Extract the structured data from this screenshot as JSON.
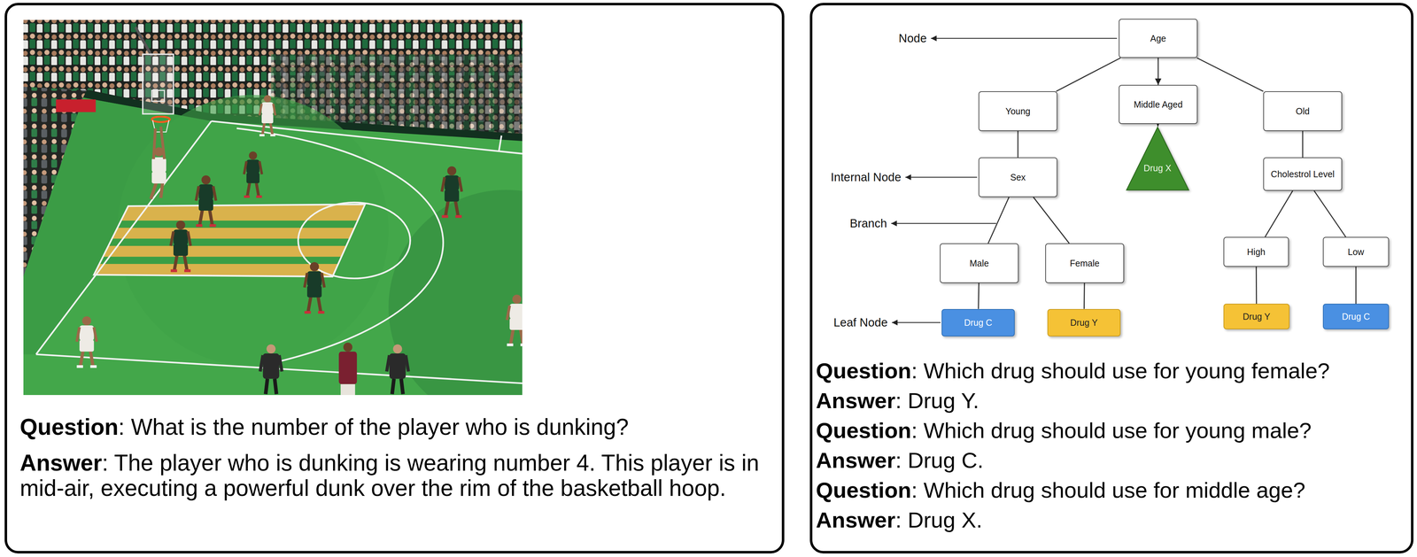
{
  "diagram": {
    "nodes": [
      {
        "text": [
          "Question",
          ": What is the number of the player who is dunking?",
          "Answer",
          ": The player who is dunking is wearing number 4. This player is in mid-air, executing a powerful dunk over the rim of the basketball hoop."
        ]
      },
      {
        "text": [
          "Question",
          ": Which drug should use for young female?",
          "Answer",
          ": Drug Y.",
          "Question",
          ": Which drug should use for young male?",
          "Answer",
          ": Drug C.",
          "Question",
          ": Which drug should use for middle age?",
          "Answer",
          ": Drug X."
        ]
      },
      {
        "text": [
          "Age"
        ],
        "in": 1
      },
      {
        "text": [
          "Young"
        ],
        "in": 1
      },
      {
        "text": [
          "Middle Aged"
        ],
        "in": 1
      },
      {
        "text": [
          "Old"
        ],
        "in": 1
      },
      {
        "text": [
          "Sex"
        ],
        "in": 1
      },
      {
        "text": [
          "Drug X"
        ],
        "in": 1
      },
      {
        "text": [
          "Cholestrol Level"
        ],
        "in": 1
      },
      {
        "text": [
          "Male"
        ],
        "in": 1
      },
      {
        "text": [
          "Female"
        ],
        "in": 1
      },
      {
        "text": [
          "High"
        ],
        "in": 1
      },
      {
        "text": [
          "Low"
        ],
        "in": 1
      },
      {
        "text": [
          "Drug C"
        ],
        "in": 1
      },
      {
        "text": [
          "Drug Y"
        ],
        "in": 1
      },
      {
        "text": [
          "Drug Y"
        ],
        "in": 1
      },
      {
        "text": [
          "Drug C"
        ],
        "in": 1
      }
    ],
    "edges": [
      {
        "from": 2,
        "to": 3,
        "arrow": "none"
      },
      {
        "from": 2,
        "to": 4,
        "arrow": "to"
      },
      {
        "from": 2,
        "to": 5,
        "arrow": "none"
      },
      {
        "from": 3,
        "to": 6,
        "arrow": "none"
      },
      {
        "from": 4,
        "to": 7,
        "arrow": "to"
      },
      {
        "from": 5,
        "to": 8,
        "arrow": "none"
      },
      {
        "from": 6,
        "to": 9,
        "arrow": "none"
      },
      {
        "from": 6,
        "to": 10,
        "arrow": "none"
      },
      {
        "from": 8,
        "to": 11,
        "arrow": "none"
      },
      {
        "from": 8,
        "to": 12,
        "arrow": "none"
      },
      {
        "from": 9,
        "to": 13,
        "arrow": "none"
      },
      {
        "from": 10,
        "to": 14,
        "arrow": "none"
      },
      {
        "from": 11,
        "to": 15,
        "arrow": "none"
      },
      {
        "from": 12,
        "to": 16,
        "arrow": "none"
      }
    ],
    "labels": [
      "Node",
      "Internal Node",
      "Branch",
      "Leaf Node"
    ]
  }
}
